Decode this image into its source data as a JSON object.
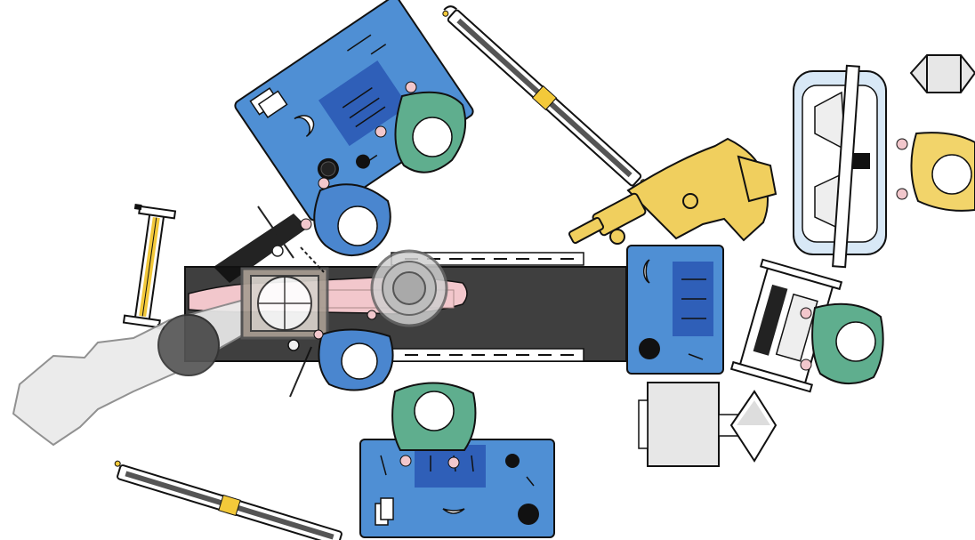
{
  "scene": {
    "title": "",
    "labels": []
  },
  "colors": {
    "table_blue": "#4f8fd4",
    "drape_dark_blue": "#2f5fb8",
    "scrub_green": "#5fae8e",
    "scrub_blue": "#4a86cf",
    "scrub_yellow": "#f2d46a",
    "microscope_yellow": "#f0cf5e",
    "patient_pink": "#f2c7cc",
    "or_table_dark": "#3f3f3f",
    "rail_yellow": "#f3c93a",
    "monitor_light_blue": "#d8e8f6",
    "cart_gray": "#e7e7e7",
    "outline": "#111111"
  },
  "elements": {
    "instrument_table_top": "instrument-table",
    "instrument_table_bottom": "instrument-table",
    "instrument_table_right": "instrument-table",
    "operating_table": "operating-table",
    "c_arm": "c-arm",
    "surgical_microscope": "surgical-microscope",
    "anesthesia_machine": "anesthesia-machine",
    "monitor_cart": "monitor-cart",
    "side_rails": "side-rail",
    "iv_pole": "iv-pole",
    "staff": [
      "surgeon",
      "assistant",
      "scrub-nurse",
      "scrub-nurse",
      "anesthesiologist",
      "circulating-nurse",
      "operator"
    ]
  }
}
